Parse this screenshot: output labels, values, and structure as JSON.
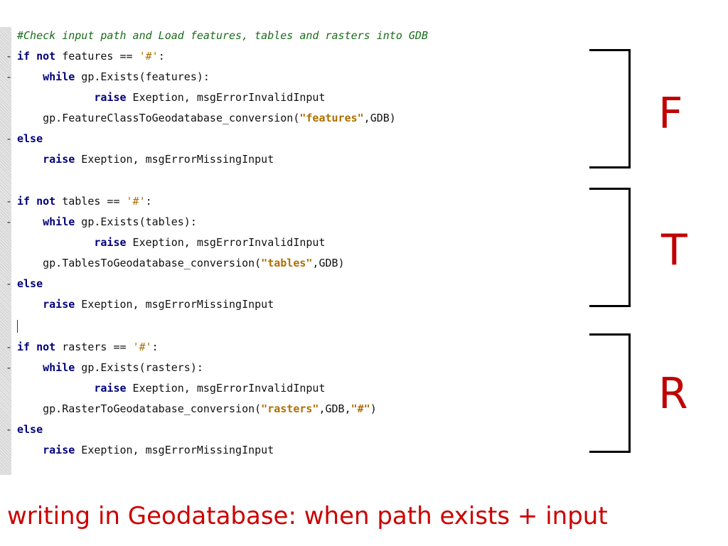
{
  "code": {
    "comment": "#Check input path and Load features, tables and rasters into GDB",
    "blocks": [
      {
        "if_kw1": "if",
        "if_kw2": "not",
        "if_rest": " features == ",
        "if_lit": "'#'",
        "if_end": ":",
        "while_kw": "while",
        "while_rest": " gp.Exists(features):",
        "raise1_kw": "raise",
        "raise1_rest": " Exeption, msgErrorInvalidInput",
        "conv_pre": "gp.FeatureClassToGeodatabase_conversion(",
        "conv_str": "\"features\"",
        "conv_post": ",GDB)",
        "conv_str2": "",
        "conv_post2": "",
        "else_kw": "else",
        "raise2_kw": "raise",
        "raise2_rest": " Exeption, msgErrorMissingInput",
        "label": "F"
      },
      {
        "if_kw1": "if",
        "if_kw2": "not",
        "if_rest": " tables == ",
        "if_lit": "'#'",
        "if_end": ":",
        "while_kw": "while",
        "while_rest": " gp.Exists(tables):",
        "raise1_kw": "raise",
        "raise1_rest": " Exeption, msgErrorInvalidInput",
        "conv_pre": "gp.TablesToGeodatabase_conversion(",
        "conv_str": "\"tables\"",
        "conv_post": ",GDB)",
        "conv_str2": "",
        "conv_post2": "",
        "else_kw": "else",
        "raise2_kw": "raise",
        "raise2_rest": " Exeption, msgErrorMissingInput",
        "label": "T"
      },
      {
        "if_kw1": "if",
        "if_kw2": "not",
        "if_rest": " rasters == ",
        "if_lit": "'#'",
        "if_end": ":",
        "while_kw": "while",
        "while_rest": " gp.Exists(rasters):",
        "raise1_kw": "raise",
        "raise1_rest": " Exeption, msgErrorInvalidInput",
        "conv_pre": "gp.RasterToGeodatabase_conversion(",
        "conv_str": "\"rasters\"",
        "conv_post": ",GDB,",
        "conv_str2": "\"#\"",
        "conv_post2": ")",
        "else_kw": "else",
        "raise2_kw": "raise",
        "raise2_rest": " Exeption, msgErrorMissingInput",
        "label": "R"
      }
    ],
    "fold_marker": "-"
  },
  "caption": "writing in Geodatabase: when path exists + input",
  "colors": {
    "keyword": "#00007a",
    "comment": "#1a6d1a",
    "string": "#b06f00",
    "label": "#c00000",
    "caption": "#cc0000"
  }
}
